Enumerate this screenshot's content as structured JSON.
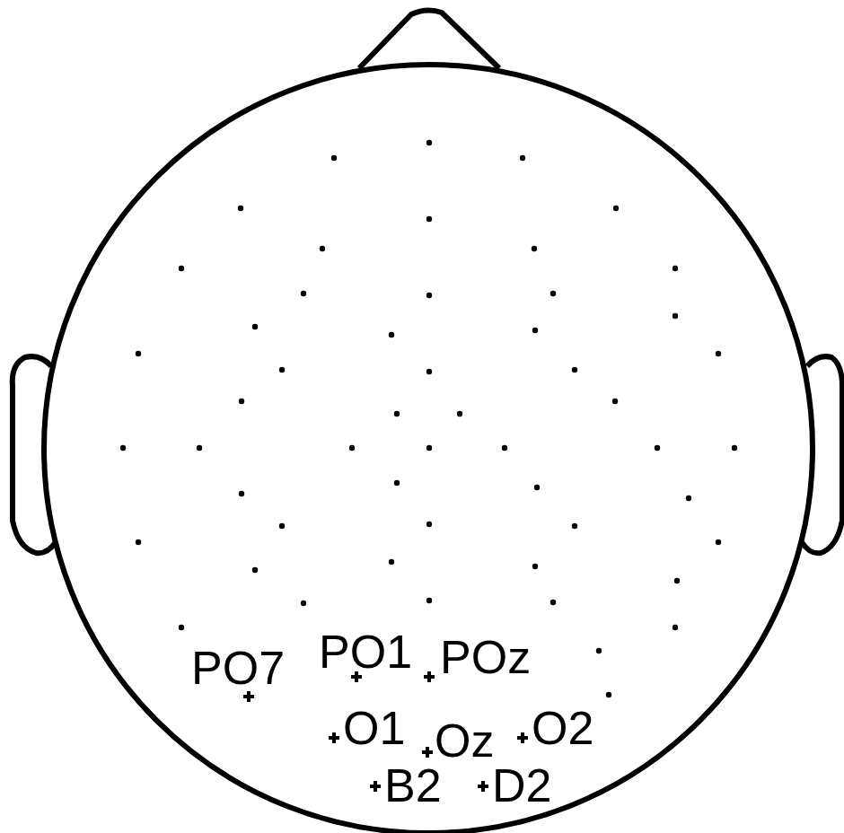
{
  "diagram": {
    "labels": [
      "PO7",
      "PO1",
      "POz",
      "O1",
      "Oz",
      "O2",
      "B2",
      "D2"
    ]
  }
}
